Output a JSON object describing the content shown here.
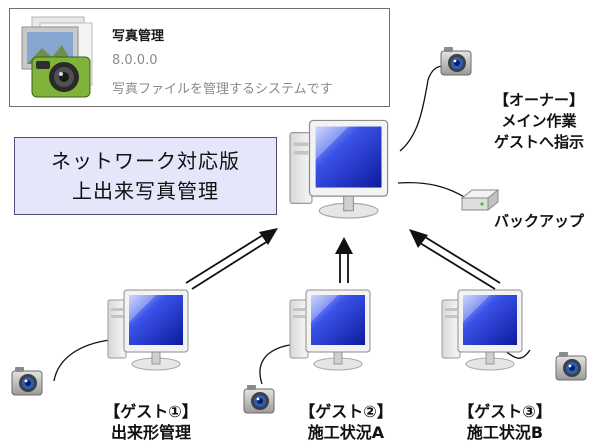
{
  "app_info": {
    "name": "写真管理",
    "version": "8.0.0.0",
    "description": "写真ファイルを管理するシステムです"
  },
  "title": {
    "line1": "ネットワーク対応版",
    "line2": "上出来写真管理"
  },
  "owner": {
    "line1": "【オーナー】",
    "line2": "メイン作業",
    "line3": "ゲストへ指示"
  },
  "backup": {
    "label": "バックアップ"
  },
  "guests": [
    {
      "line1": "【ゲスト①】",
      "line2": "出来形管理"
    },
    {
      "line1": "【ゲスト②】",
      "line2": "施工状況A"
    },
    {
      "line1": "【ゲスト③】",
      "line2": "施工状況B"
    }
  ],
  "colors": {
    "title_bg": "#e6e6fb",
    "screen_blue": "#1a2fd0",
    "card_border": "#6f6f6f"
  }
}
